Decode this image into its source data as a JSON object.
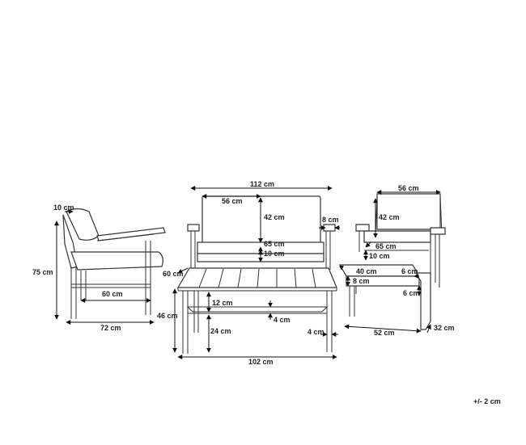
{
  "labels": {
    "chair_side_arm_offset": "10 cm",
    "chair_side_height": "75 cm",
    "chair_side_seat_depth": "60 cm",
    "chair_side_depth": "72 cm",
    "sofa_width": "112 cm",
    "sofa_back_width": "56 cm",
    "sofa_back_height": "42 cm",
    "sofa_arm_width": "8 cm",
    "sofa_seat_height": "65 cm",
    "sofa_cushion": "10 cm",
    "table_length": "102 cm",
    "table_width": "60 cm",
    "table_height": "46 cm",
    "table_shelf_gap": "12 cm",
    "table_shelf_height": "24 cm",
    "table_top_thickness": "4 cm",
    "table_leg": "4 cm",
    "armchair_back_width": "56 cm",
    "armchair_back_height": "42 cm",
    "armchair_seat_height": "65 cm",
    "armchair_cushion": "10 cm",
    "stool_depth": "40 cm",
    "stool_frame": "6 cm",
    "stool_cushion": "8 cm",
    "stool_rail": "6 cm",
    "stool_width": "52 cm",
    "stool_height": "32 cm"
  },
  "tolerance": "+/- 2 cm"
}
